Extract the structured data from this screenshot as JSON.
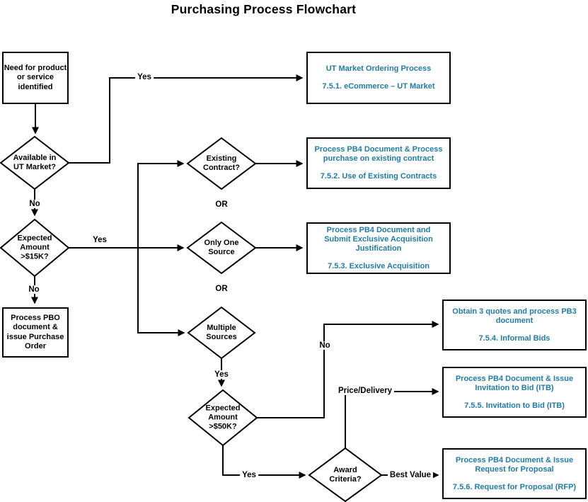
{
  "title": "Purchasing Process Flowchart",
  "colors": {
    "accent": "#1f7ba8",
    "line": "#000000",
    "background": "#ffffff"
  },
  "nodes": {
    "start": {
      "label": "Need for product\nor service\nidentified"
    },
    "pbo": {
      "label": "Process PBO\ndocument &\nissue Purchase\nOrder"
    },
    "ut_market": {
      "label": "Available in\nUT Market?"
    },
    "amount_15k": {
      "label": "Expected\nAmount\n>$15K?"
    },
    "existing_contract": {
      "label": "Existing\nContract?"
    },
    "only_one_source": {
      "label": "Only One\nSource"
    },
    "multiple_sources": {
      "label": "Multiple\nSources"
    },
    "amount_50k": {
      "label": "Expected\nAmount\n>$50K?"
    },
    "award_criteria": {
      "label": "Award\nCriteria?"
    }
  },
  "outcomes": [
    {
      "title": "UT Market Ordering Process",
      "ref": "7.5.1. eCommerce – UT Market"
    },
    {
      "title": "Process PB4 Document & Process purchase on existing contract",
      "ref": "7.5.2. Use of Existing Contracts"
    },
    {
      "title": "Process PB4 Document and Submit Exclusive Acquisition Justification",
      "ref": "7.5.3. Exclusive Acquisition"
    },
    {
      "title": "Obtain 3 quotes and process PB3 document",
      "ref": "7.5.4. Informal Bids"
    },
    {
      "title": "Process PB4 Document & Issue Invitation to Bid (ITB)",
      "ref": "7.5.5. Invitation to Bid (ITB)"
    },
    {
      "title": "Process PB4 Document & Issue Request for Proposal",
      "ref": "7.5.6. Request for Proposal (RFP)"
    }
  ],
  "edge_labels": {
    "yes_to_ut_market": "Yes",
    "no_from_ut_market": "No",
    "yes_from_15k": "Yes",
    "no_from_15k": "No",
    "or_upper": "OR",
    "or_lower": "OR",
    "yes_from_multiple": "Yes",
    "no_from_50k": "No",
    "yes_from_50k": "Yes",
    "price_delivery": "Price/Delivery",
    "best_value": "Best Value"
  }
}
